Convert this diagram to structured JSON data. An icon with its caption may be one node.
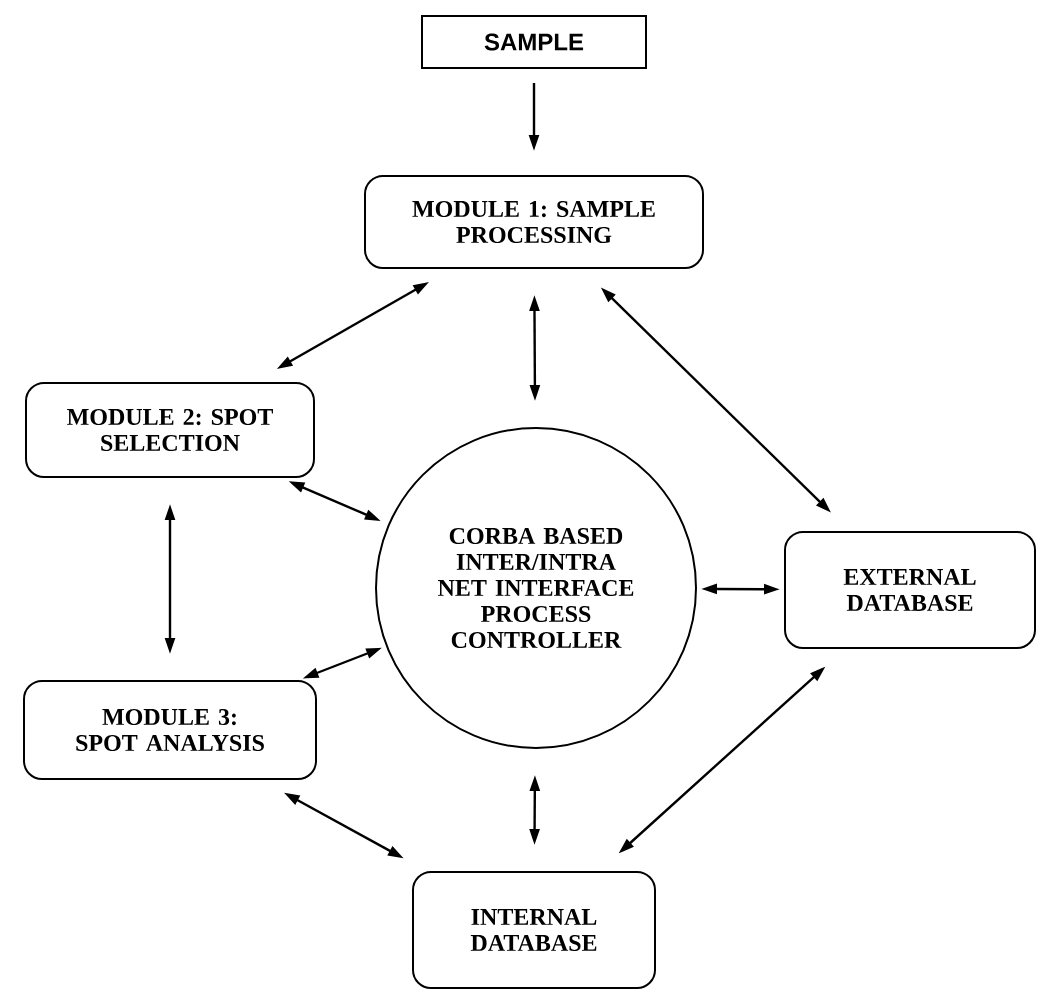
{
  "diagram": {
    "nodes": [
      {
        "text": [
          "SAMPLE"
        ]
      },
      {
        "text": [
          "MODULE 1: SAMPLE PROCESSING"
        ]
      },
      {
        "text": [
          "MODULE 2: SPOT SELECTION"
        ]
      },
      {
        "text": [
          "CORBA BASED INTER/INTRA NET INTERFACE PROCESS CONTROLLER"
        ]
      },
      {
        "text": [
          "EXTERNAL DATABASE"
        ]
      },
      {
        "text": [
          "MODULE 3: SPOT ANALYSIS"
        ]
      },
      {
        "text": [
          "INTERNAL DATABASE"
        ]
      }
    ],
    "edges": [
      {
        "from": 0,
        "to": 1,
        "arrow": "to"
      },
      {
        "from": 1,
        "to": 2,
        "arrow": "both"
      },
      {
        "from": 1,
        "to": 3,
        "arrow": "both"
      },
      {
        "from": 1,
        "to": 4,
        "arrow": "both"
      },
      {
        "from": 2,
        "to": 3,
        "arrow": "both"
      },
      {
        "from": 2,
        "to": 5,
        "arrow": "both"
      },
      {
        "from": 3,
        "to": 4,
        "arrow": "both"
      },
      {
        "from": 5,
        "to": 3,
        "arrow": "both"
      },
      {
        "from": 3,
        "to": 6,
        "arrow": "both"
      },
      {
        "from": 5,
        "to": 6,
        "arrow": "both"
      },
      {
        "from": 6,
        "to": 4,
        "arrow": "both"
      }
    ]
  }
}
